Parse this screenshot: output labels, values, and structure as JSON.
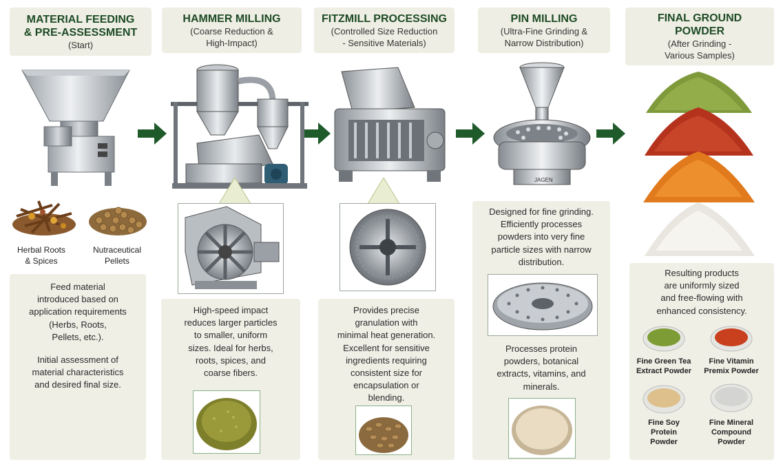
{
  "stages": [
    {
      "title": "MATERIAL FEEDING\n& PRE-ASSESSMENT",
      "subtitle": "(Start)"
    },
    {
      "title": "HAMMER MILLING",
      "subtitle": "(Coarse Reduction &\nHigh-Impact)"
    },
    {
      "title": "FITZMILL PROCESSING",
      "subtitle": "(Controlled Size Reduction\n- Sensitive Materials)"
    },
    {
      "title": "PIN MILLING",
      "subtitle": "(Ultra-Fine Grinding &\nNarrow Distribution)"
    },
    {
      "title": "FINAL GROUND\nPOWDER",
      "subtitle": "(After Grinding -\nVarious Samples)"
    }
  ],
  "feeding": {
    "samples": [
      "Herbal Roots\n& Spices",
      "Nutraceutical\nPellets"
    ],
    "text1": "Feed material\nintroduced based on\napplication requirements\n(Herbs, Roots,\nPellets, etc.).",
    "text2": "Initial assessment of\nmaterial characteristics\nand desired final size."
  },
  "hammer": {
    "text": "High-speed impact\nreduces larger particles\nto smaller, uniform\nsizes. Ideal for herbs,\nroots, spices, and\ncoarse fibers."
  },
  "fitzmill": {
    "text": "Provides precise\ngranulation with\nminimal heat generation.\nExcellent for sensitive\ningredients requiring\nconsistent size for\nencapsulation or\nblending."
  },
  "pin": {
    "brand": "JAGEN",
    "text1": "Designed for fine grinding.\nEfficiently processes\npowders into very fine\nparticle sizes with narrow\ndistribution.",
    "text2": "Processes protein\npowders, botanical\nextracts, vitamins, and\nminerals."
  },
  "final": {
    "text": "Resulting products\nare uniformly sized\nand free-flowing with\nenhanced consistency.",
    "products": [
      "Fine Green Tea\nExtract Powder",
      "Fine Vitamin\nPremix Powder",
      "Fine Soy\nProtein\nPowder",
      "Fine Mineral\nCompound\nPowder"
    ]
  },
  "colors": {
    "header_bg": "#eeeee4",
    "title_green": "#1e4b25",
    "arrow_green": "#1f5a2a",
    "panel_bg": "#f0efe6"
  }
}
